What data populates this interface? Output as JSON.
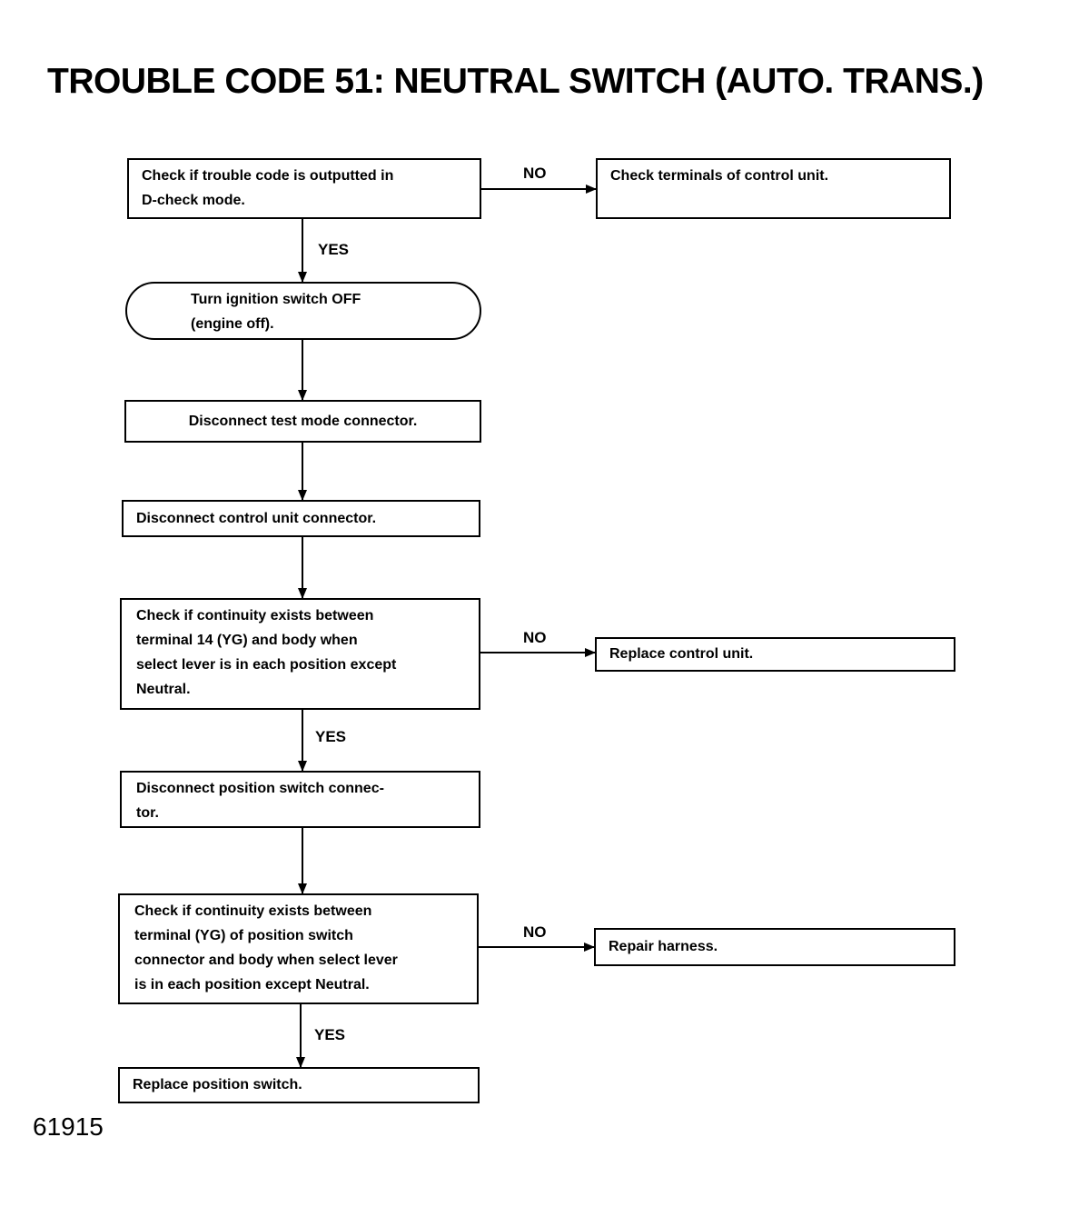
{
  "title": "TROUBLE CODE 51: NEUTRAL SWITCH (AUTO. TRANS.)",
  "figure_number": "61915",
  "steps": {
    "s1": [
      "Check if trouble code is outputted in",
      "D-check mode."
    ],
    "s1_no": [
      "Check terminals of control unit."
    ],
    "s2": [
      "Turn ignition switch OFF",
      "(engine off)."
    ],
    "s3": [
      "Disconnect test mode connector."
    ],
    "s4": [
      "Disconnect control unit connector."
    ],
    "s5": [
      "Check if continuity exists between",
      "terminal 14 (YG) and body when",
      "select lever is in each position except",
      "Neutral."
    ],
    "s5_no": [
      "Replace control unit."
    ],
    "s6": [
      "Disconnect position switch connec-",
      "tor."
    ],
    "s7": [
      "Check if continuity exists between",
      "terminal (YG) of position switch",
      "connector and body when select lever",
      "is in each position except Neutral."
    ],
    "s7_no": [
      "Repair harness."
    ],
    "s8": [
      "Replace position switch."
    ]
  },
  "labels": {
    "yes": "YES",
    "no": "NO"
  }
}
